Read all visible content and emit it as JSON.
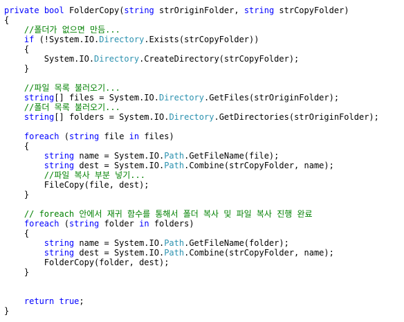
{
  "editor": {
    "lines": [
      [
        {
          "t": "private",
          "c": "kw"
        },
        {
          "t": " "
        },
        {
          "t": "bool",
          "c": "kw"
        },
        {
          "t": " FolderCopy("
        },
        {
          "t": "string",
          "c": "kw"
        },
        {
          "t": " strOriginFolder, "
        },
        {
          "t": "string",
          "c": "kw"
        },
        {
          "t": " strCopyFolder)"
        }
      ],
      [
        {
          "t": "{"
        }
      ],
      [
        {
          "t": "    "
        },
        {
          "t": "//폴더가 없으면 만듬...",
          "c": "cm"
        }
      ],
      [
        {
          "t": "    "
        },
        {
          "t": "if",
          "c": "kw"
        },
        {
          "t": " (!System.IO."
        },
        {
          "t": "Directory",
          "c": "ty"
        },
        {
          "t": ".Exists(strCopyFolder))"
        }
      ],
      [
        {
          "t": "    {"
        }
      ],
      [
        {
          "t": "        System.IO."
        },
        {
          "t": "Directory",
          "c": "ty"
        },
        {
          "t": ".CreateDirectory(strCopyFolder);"
        }
      ],
      [
        {
          "t": "    }"
        }
      ],
      [
        {
          "t": ""
        }
      ],
      [
        {
          "t": "    "
        },
        {
          "t": "//파일 목록 불러오기...",
          "c": "cm"
        }
      ],
      [
        {
          "t": "    "
        },
        {
          "t": "string",
          "c": "kw"
        },
        {
          "t": "[] files = System.IO."
        },
        {
          "t": "Directory",
          "c": "ty"
        },
        {
          "t": ".GetFiles(strOriginFolder);"
        }
      ],
      [
        {
          "t": "    "
        },
        {
          "t": "//폴더 목록 불러오기...",
          "c": "cm"
        }
      ],
      [
        {
          "t": "    "
        },
        {
          "t": "string",
          "c": "kw"
        },
        {
          "t": "[] folders = System.IO."
        },
        {
          "t": "Directory",
          "c": "ty"
        },
        {
          "t": ".GetDirectories(strOriginFolder);"
        }
      ],
      [
        {
          "t": ""
        }
      ],
      [
        {
          "t": "    "
        },
        {
          "t": "foreach",
          "c": "kw"
        },
        {
          "t": " ("
        },
        {
          "t": "string",
          "c": "kw"
        },
        {
          "t": " file "
        },
        {
          "t": "in",
          "c": "kw"
        },
        {
          "t": " files)"
        }
      ],
      [
        {
          "t": "    {"
        }
      ],
      [
        {
          "t": "        "
        },
        {
          "t": "string",
          "c": "kw"
        },
        {
          "t": " name = System.IO."
        },
        {
          "t": "Path",
          "c": "ty"
        },
        {
          "t": ".GetFileName(file);"
        }
      ],
      [
        {
          "t": "        "
        },
        {
          "t": "string",
          "c": "kw"
        },
        {
          "t": " dest = System.IO."
        },
        {
          "t": "Path",
          "c": "ty"
        },
        {
          "t": ".Combine(strCopyFolder, name);"
        }
      ],
      [
        {
          "t": "        "
        },
        {
          "t": "//파일 복사 부분 넣기...",
          "c": "cm"
        }
      ],
      [
        {
          "t": "        FileCopy(file, dest);"
        }
      ],
      [
        {
          "t": "    }"
        }
      ],
      [
        {
          "t": ""
        }
      ],
      [
        {
          "t": "    "
        },
        {
          "t": "// foreach 안에서 재귀 함수를 통해서 폴더 복사 및 파일 복사 진행 완료",
          "c": "cm"
        }
      ],
      [
        {
          "t": "    "
        },
        {
          "t": "foreach",
          "c": "kw"
        },
        {
          "t": " ("
        },
        {
          "t": "string",
          "c": "kw"
        },
        {
          "t": " folder "
        },
        {
          "t": "in",
          "c": "kw"
        },
        {
          "t": " folders)"
        }
      ],
      [
        {
          "t": "    {"
        }
      ],
      [
        {
          "t": "        "
        },
        {
          "t": "string",
          "c": "kw"
        },
        {
          "t": " name = System.IO."
        },
        {
          "t": "Path",
          "c": "ty"
        },
        {
          "t": ".GetFileName(folder);"
        }
      ],
      [
        {
          "t": "        "
        },
        {
          "t": "string",
          "c": "kw"
        },
        {
          "t": " dest = System.IO."
        },
        {
          "t": "Path",
          "c": "ty"
        },
        {
          "t": ".Combine(strCopyFolder, name);"
        }
      ],
      [
        {
          "t": "        FolderCopy(folder, dest);"
        }
      ],
      [
        {
          "t": "    }"
        }
      ],
      [
        {
          "t": ""
        }
      ],
      [
        {
          "t": ""
        }
      ],
      [
        {
          "t": "    "
        },
        {
          "t": "return",
          "c": "kw"
        },
        {
          "t": " "
        },
        {
          "t": "true",
          "c": "kw"
        },
        {
          "t": ";"
        }
      ],
      [
        {
          "t": "}"
        }
      ]
    ]
  },
  "colors": {
    "keyword": "#0000ff",
    "type": "#2b91af",
    "comment": "#008000",
    "text": "#000000",
    "background": "#ffffff"
  }
}
